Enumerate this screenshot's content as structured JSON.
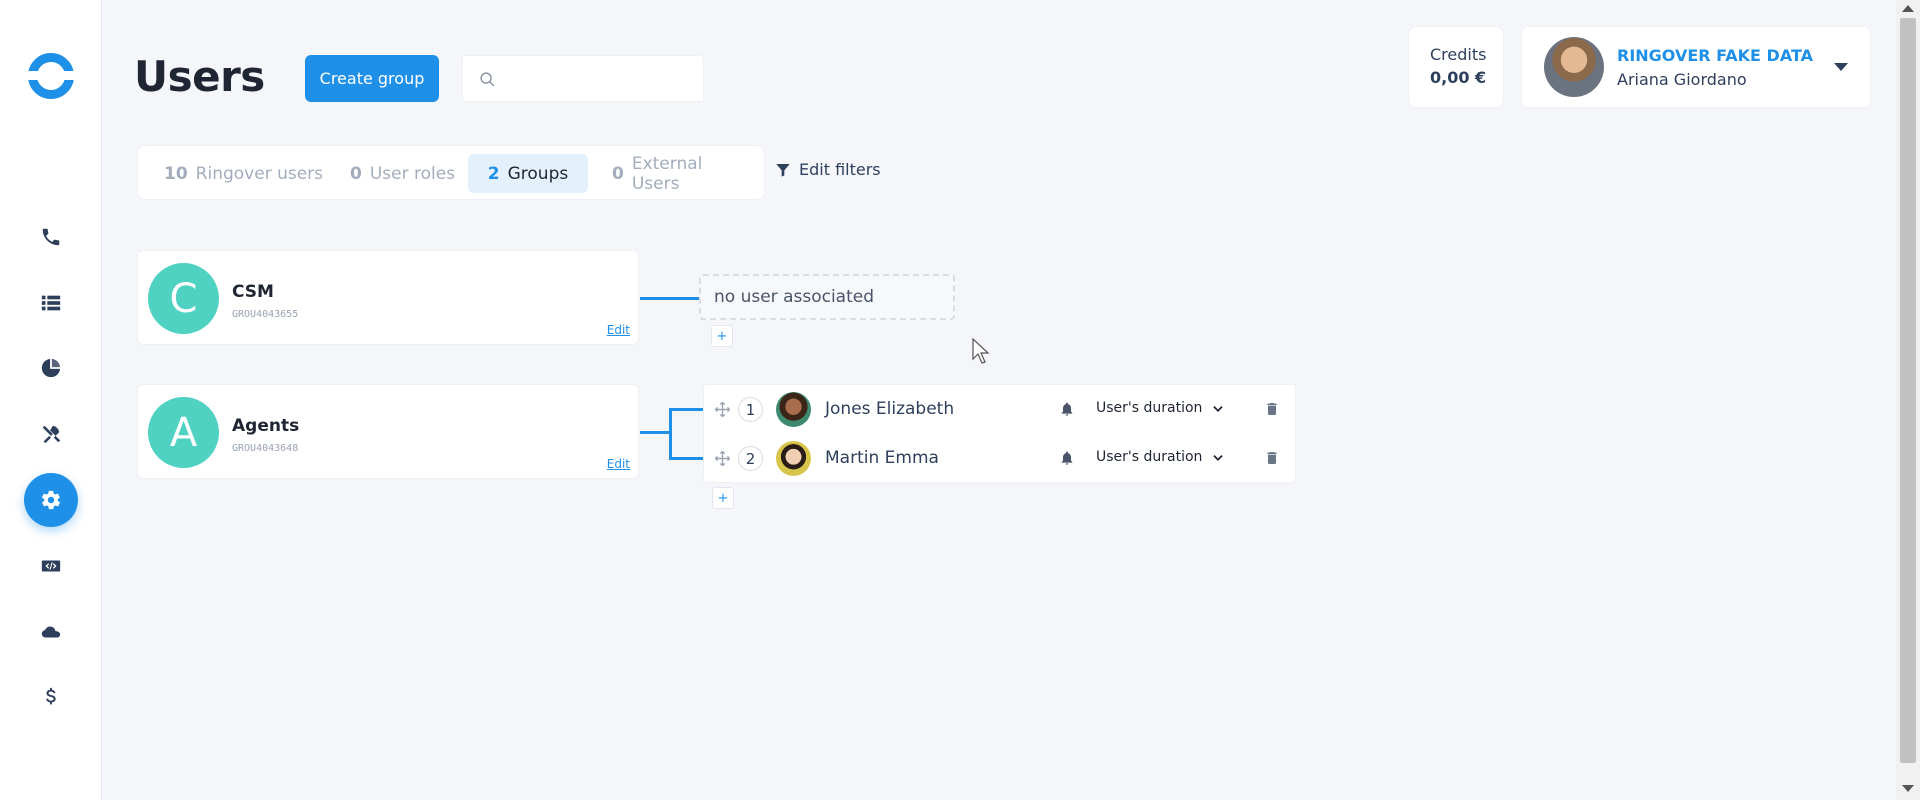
{
  "page": {
    "title": "Users"
  },
  "toolbar": {
    "create_label": "Create group",
    "search_placeholder": ""
  },
  "credits": {
    "label": "Credits",
    "value": "0,00 €"
  },
  "account": {
    "company": "RINGOVER FAKE DATA",
    "user": "Ariana Giordano"
  },
  "tabs": [
    {
      "count": "10",
      "label": "Ringover users"
    },
    {
      "count": "0",
      "label": "User roles"
    },
    {
      "count": "2",
      "label": "Groups"
    },
    {
      "count": "0",
      "label": "External Users"
    }
  ],
  "filters": {
    "label": "Edit filters"
  },
  "groups": [
    {
      "letter": "C",
      "name": "CSM",
      "id": "GROU4043655",
      "edit": "Edit",
      "empty_text": "no user associated"
    },
    {
      "letter": "A",
      "name": "Agents",
      "id": "GROU4043648",
      "edit": "Edit",
      "members": [
        {
          "position": "1",
          "name": "Jones Elizabeth",
          "strategy": "User's duration"
        },
        {
          "position": "2",
          "name": "Martin Emma",
          "strategy": "User's duration"
        }
      ]
    }
  ],
  "add_label": "+",
  "colors": {
    "accent": "#1e90e8",
    "group_avatar": "#4fd2c2",
    "sidebar_icon": "#2e3f5c"
  },
  "icons": [
    "logo",
    "phone-icon",
    "list-icon",
    "pie-chart-icon",
    "tools-icon",
    "gear-icon",
    "code-icon",
    "cloud-icon",
    "dollar-icon",
    "search-icon",
    "filter-icon",
    "drag-icon",
    "bell-icon",
    "chevron-down-icon",
    "trash-icon"
  ]
}
